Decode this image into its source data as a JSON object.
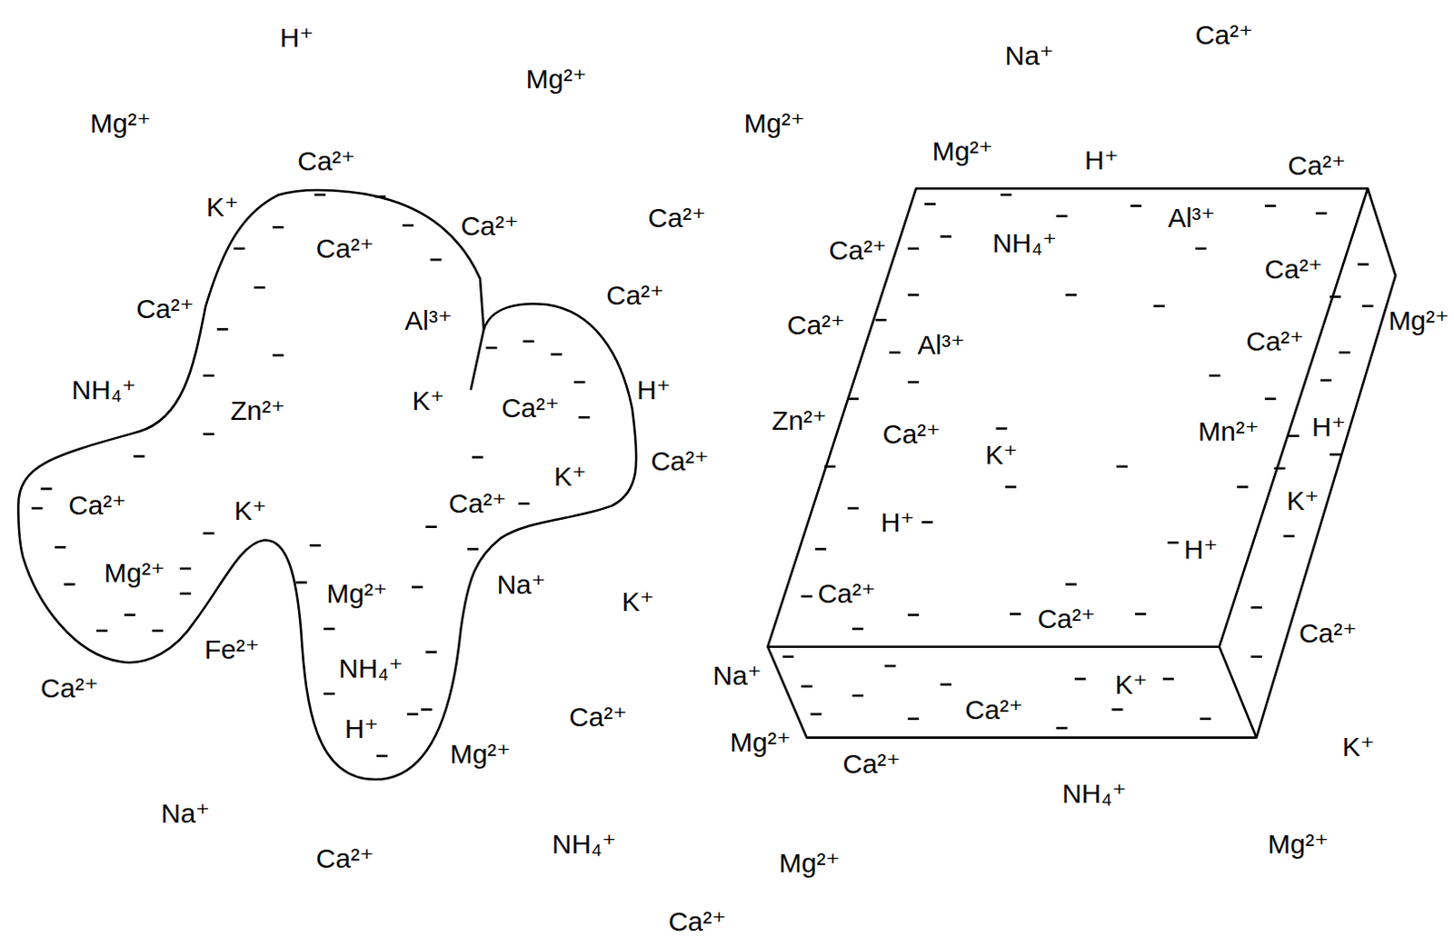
{
  "diagram": {
    "nodes": [
      {
        "text": [
          "Ca²⁺",
          "Al³⁺",
          "K⁺",
          "Zn²⁺",
          "Ca²⁺",
          "K⁺",
          "Ca²⁺",
          "K⁺",
          "Ca²⁺",
          "Mg²⁺",
          "Mg²⁺",
          "NH₄⁺",
          "H⁺"
        ]
      },
      {
        "text": [
          "Al³⁺",
          "NH₄⁺",
          "Ca²⁺",
          "Al³⁺",
          "Ca²⁺",
          "Mn²⁺",
          "H⁺",
          "Ca²⁺",
          "K⁺",
          "K⁺",
          "H⁺",
          "H⁺",
          "Ca²⁺",
          "Ca²⁺",
          "K⁺",
          "Ca²⁺"
        ]
      }
    ],
    "labels": [
      "H⁺",
      "Ca²⁺",
      "Na⁺",
      "Mg²⁺",
      "Mg²⁺",
      "Mg²⁺",
      "Mg²⁺",
      "H⁺",
      "Ca²⁺",
      "Ca²⁺",
      "K⁺",
      "Ca²⁺",
      "Ca²⁺",
      "Ca²⁺",
      "Ca²⁺",
      "Ca²⁺",
      "Ca²⁺",
      "Mg²⁺",
      "NH₄⁺",
      "H⁺",
      "Zn²⁺",
      "Ca²⁺",
      "Na⁺",
      "K⁺",
      "Ca²⁺",
      "Fe²⁺",
      "Na⁺",
      "Ca²⁺",
      "Ca²⁺",
      "Mg²⁺",
      "K⁺",
      "Mg²⁺",
      "Ca²⁺",
      "NH₄⁺",
      "Na⁺",
      "NH₄⁺",
      "Mg²⁺",
      "Ca²⁺",
      "Mg²⁺",
      "Ca²⁺"
    ]
  }
}
